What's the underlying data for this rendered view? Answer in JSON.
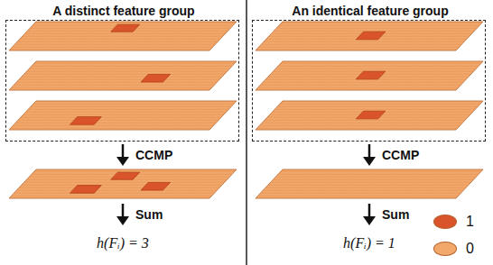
{
  "diagram": {
    "nodes": [
      {
        "text": [
          "A distinct feature group"
        ]
      },
      {
        "text": [
          "An identical feature group"
        ]
      }
    ],
    "labels": [
      "CCMP",
      "Sum",
      "h(Fᵢ) = 3",
      "CCMP",
      "Sum",
      "h(Fᵢ) = 1"
    ],
    "legend": [
      {
        "text": "1",
        "color": "#d9542a"
      },
      {
        "text": "0",
        "color": "#f2a86a"
      }
    ]
  }
}
